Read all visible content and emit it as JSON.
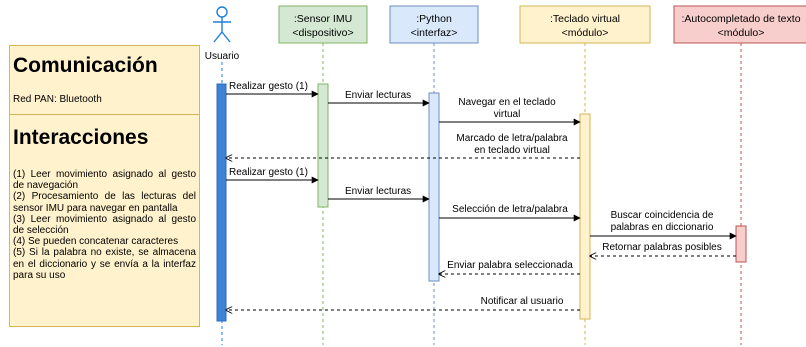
{
  "actors": {
    "user": {
      "label": "Usuario"
    },
    "sensor": {
      "name": ":Sensor IMU",
      "stereotype": "<dispositivo>",
      "fill": "#d5e8d4",
      "stroke": "#82b366"
    },
    "python": {
      "name": ":Python",
      "stereotype": "<interfaz>",
      "fill": "#dae8fc",
      "stroke": "#6c8ebf"
    },
    "teclado": {
      "name": ":Teclado virtual",
      "stereotype": "<módulo>",
      "fill": "#fff2cc",
      "stroke": "#d6b656"
    },
    "autocompletado": {
      "name": ":Autocompletado de texto",
      "stereotype": "<módulo>",
      "fill": "#f8cecc",
      "stroke": "#b85450"
    }
  },
  "messages": {
    "m1": "Realizar gesto (1)",
    "m2": "Enviar lecturas",
    "m3a": "Navegar en el teclado",
    "m3b": "virtual",
    "m4a": "Marcado de letra/palabra",
    "m4b": "en teclado virtual",
    "m5": "Realizar gesto (1)",
    "m6": "Enviar lecturas",
    "m7": "Selección de letra/palabra",
    "m8a": "Buscar coincidencia de",
    "m8b": "palabras en diccionario",
    "m9": "Retornar palabras posibles",
    "m10": "Enviar palabra seleccionada",
    "m11": "Notificar al usuario"
  },
  "notes": {
    "comm_title": "Comunicación",
    "comm_text": "Red PAN: Bluetooth",
    "inter_title": "Interacciones",
    "items": [
      "(1) Leer movimiento asignado al gesto de navegación",
      "(2) Procesamiento de las lecturas del sensor IMU para navegar en pantalla",
      "(3) Leer movimiento asignado al gesto de selección",
      "(4) Se pueden concatenar caracteres",
      "(5) Si la palabra no existe, se almacena en el diccionario y se envía a la interfaz para su uso"
    ]
  },
  "colors": {
    "user_bar": "#3e82d6",
    "user_icon": "#1e7fd8",
    "note_fill": "#fff2cc",
    "note_stroke": "#d6b656"
  }
}
